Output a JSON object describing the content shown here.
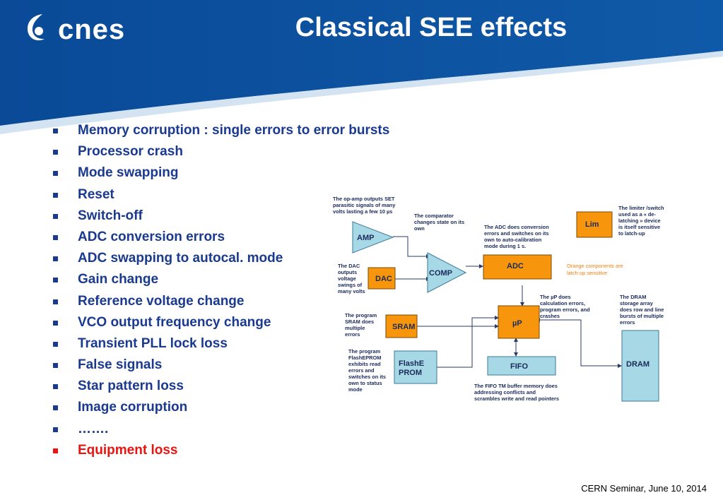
{
  "header": {
    "title": "Classical SEE effects",
    "logo_text": "cnes"
  },
  "bullets": [
    "Memory corruption : single errors to error bursts",
    "Processor crash",
    "Mode swapping",
    "Reset",
    "Switch-off",
    "ADC conversion errors",
    "ADC swapping to autocal. mode",
    "Gain change",
    "Reference voltage change",
    "VCO output frequency change",
    "Transient PLL lock loss",
    "False signals",
    "Star pattern loss",
    "Image corruption",
    "…….",
    "Equipment loss"
  ],
  "diagram": {
    "blocks": {
      "amp": "AMP",
      "dac": "DAC",
      "comp": "COMP",
      "adc": "ADC",
      "lim": "Lim",
      "up": "µP",
      "sram": "SRAM",
      "flash_1": "FlashE",
      "flash_2": "PROM",
      "fifo": "FIFO",
      "dram": "DRAM"
    },
    "notes": {
      "amp": [
        "The op-amp outputs SET",
        "parasitic signals of many",
        "volts lasting a few 10 µs"
      ],
      "comp": [
        "The comparator",
        "changes state on its",
        "own"
      ],
      "adc": [
        "The ADC does conversion",
        "errors and switches on its",
        "own to auto-calibration",
        "mode during 1 s."
      ],
      "lim": [
        "The limiter /switch",
        "used as a  « de-",
        "latching » device",
        "is itself sensitive",
        "to latch-up"
      ],
      "orange": [
        "Orange components are",
        "latch-up sensitive"
      ],
      "dac": [
        "The DAC",
        "outputs",
        "voltage",
        "swings of",
        "many volts"
      ],
      "up": [
        "The µP does",
        "calculation errors,",
        "program errors, and",
        "crashes"
      ],
      "dram": [
        "The DRAM",
        "storage array",
        "does row and line",
        "bursts of multiple",
        "errors"
      ],
      "sram": [
        "The program",
        "SRAM does",
        "multiple",
        "errors"
      ],
      "flash": [
        "The program",
        "FlashEPROM",
        "exhibits read",
        "errors and",
        "switches on its",
        "own to status",
        "mode"
      ],
      "fifo": [
        "The FIFO TM buffer memory does",
        "addressing conflicts and",
        "scrambles write and read pointers"
      ]
    }
  },
  "footer": "CERN Seminar, June 10, 2014",
  "colors": {
    "header_blue": "#0d4f9c",
    "bullet_text": "#1a3a8f",
    "alert_red": "#e8140f",
    "latchup_orange": "#f7960c",
    "block_blue": "#a6d8e6",
    "note_orange": "#f57f0c"
  }
}
